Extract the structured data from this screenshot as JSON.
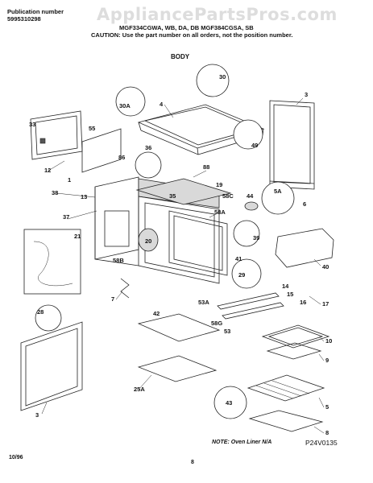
{
  "header": {
    "publication_label": "Publication number",
    "publication_number": "5995310298",
    "models_line": "MGF334CGWA, WB, DA, DB  MGF384CGSA, SB",
    "caution": "CAUTION:  Use the part number on all orders, not the position number."
  },
  "watermark": "AppliancePartsPros.com",
  "section_title": "BODY",
  "footer": {
    "date": "10/96",
    "page": "8",
    "note": "NOTE: Oven Liner N/A",
    "drawing_code": "P24V0135"
  },
  "callouts": [
    "30",
    "4",
    "3",
    "30A",
    "49",
    "33",
    "55",
    "86",
    "12",
    "88",
    "1",
    "19",
    "38",
    "13",
    "35",
    "58C",
    "44",
    "5A",
    "6",
    "37",
    "58A",
    "20",
    "39",
    "21",
    "40",
    "41",
    "58B",
    "29",
    "7",
    "14",
    "15",
    "16",
    "17",
    "28",
    "53A",
    "42",
    "58G",
    "53",
    "10",
    "9",
    "25A",
    "43",
    "5",
    "3",
    "8",
    "36"
  ]
}
